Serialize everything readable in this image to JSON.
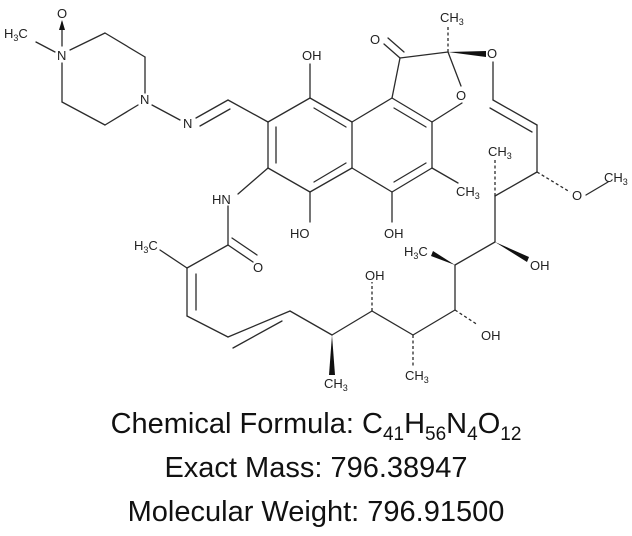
{
  "molecule": {
    "formula_label": "Chemical Formula:",
    "formula": [
      {
        "el": "C",
        "n": "41"
      },
      {
        "el": "H",
        "n": "56"
      },
      {
        "el": "N",
        "n": "4"
      },
      {
        "el": "O",
        "n": "12"
      }
    ],
    "exact_mass_label": "Exact Mass:",
    "exact_mass": "796.38947",
    "molecular_weight_label": "Molecular Weight:",
    "molecular_weight": "796.91500"
  },
  "atom_labels": {
    "n_oxide_o": "O",
    "n_methyl": "H3C",
    "n_piperazine_1": "N",
    "n_piperazine_2": "N",
    "n_imine": "N",
    "oh_top": "OH",
    "lactone_o_carbonyl": "O",
    "lactone_ch3": "CH3",
    "lactone_o_ring": "O",
    "bridge_o": "O",
    "nh": "HN",
    "oh_bottom_left": "HO",
    "oh_bottom_right": "OH",
    "aryl_ch3": "CH3",
    "amide_o": "O",
    "amide_ch3": "H3C",
    "chain_ch3_a": "CH3",
    "methoxy_o": "O",
    "methoxy_ch3": "CH3",
    "chain_ch3_b": "H3C",
    "chain_oh_a": "OH",
    "chain_oh_b": "OH",
    "chain_oh_c": "OH",
    "chain_ch3_c": "CH3",
    "chain_ch3_d": "CH3"
  }
}
